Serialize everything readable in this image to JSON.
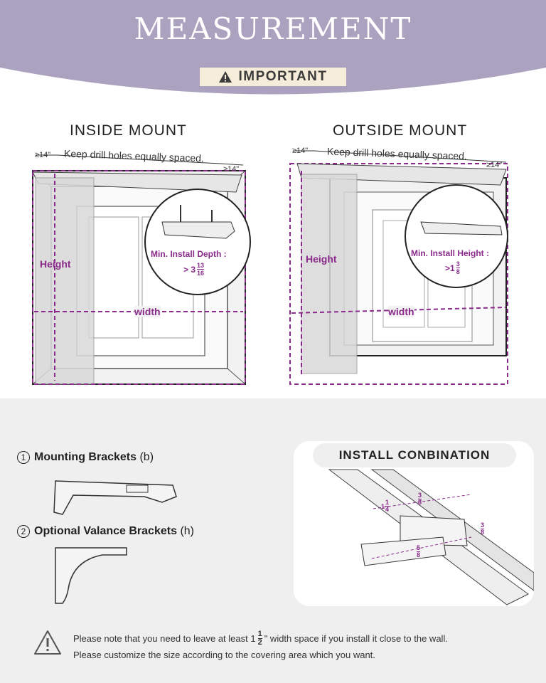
{
  "header": {
    "title": "MEASUREMENT",
    "badge": "IMPORTANT"
  },
  "inside_mount": {
    "title": "INSIDE MOUNT",
    "left_gap": "≥14\"",
    "drill_note": "Keep drill holes equally spaced.",
    "right_gap": "≥14\"",
    "height_label": "Height",
    "width_label": "width",
    "depth_label": "Min. Install Depth :",
    "depth_whole": "> 3",
    "depth_num": "13",
    "depth_den": "16"
  },
  "outside_mount": {
    "title": "OUTSIDE MOUNT",
    "left_gap": "≥14\"",
    "drill_note": "Keep drill holes equally spaced.",
    "right_gap": "≥14\"",
    "height_label": "Height",
    "width_label": "width",
    "min_height_label": "Min. Install Height :",
    "min_whole": ">1",
    "min_num": "3",
    "min_den": "8"
  },
  "brackets": {
    "item1_num": "1",
    "item1_label": "Mounting Brackets",
    "item1_code": "(b)",
    "item2_num": "2",
    "item2_label": "Optional Valance Brackets",
    "item2_code": "(h)"
  },
  "combo": {
    "title": "INSTALL CONBINATION",
    "dim_a_whole": "1",
    "dim_a_num": "1",
    "dim_a_den": "4",
    "dim_b_num": "3",
    "dim_b_den": "8",
    "dim_c_num": "3",
    "dim_c_den": "8",
    "dim_d_num": "5",
    "dim_d_den": "8"
  },
  "note": {
    "line1_pre": "Please note that you need to leave at least 1",
    "frac_num": "1",
    "frac_den": "2",
    "line1_post": "\" width space if you install it close to the wall.",
    "line2": "Please customize the size according to the covering area which you want."
  },
  "colors": {
    "header_purple": "#aba2bf",
    "badge_bg": "#f5ecd9",
    "dimension_purple": "#8a2a8a",
    "bottom_bg": "#efefef"
  }
}
